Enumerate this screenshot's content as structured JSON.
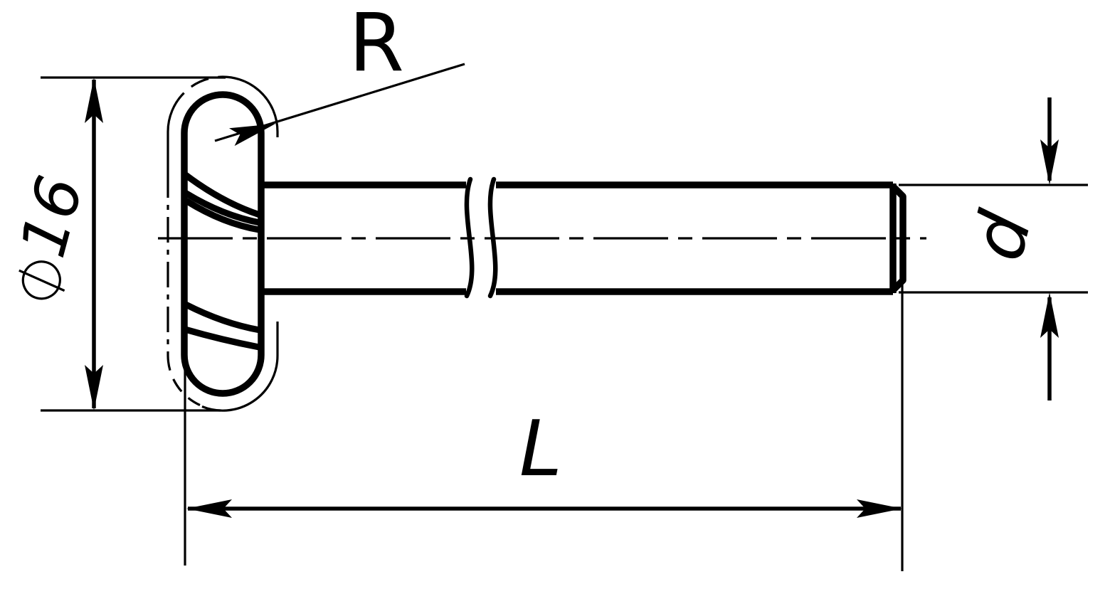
{
  "drawing": {
    "type": "technical-drawing",
    "subject": "flat round-head fastener, side view with break lines",
    "colors": {
      "line": "#000000",
      "background": "#ffffff"
    },
    "labels": {
      "radius": "R",
      "diameter_symbol": "⌀",
      "diameter_value": "16",
      "shank_diameter": "d",
      "length": "L"
    }
  }
}
